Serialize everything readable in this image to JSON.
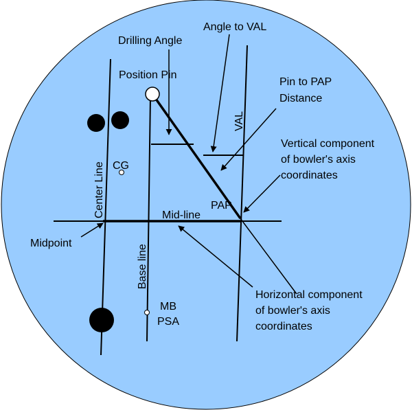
{
  "colors": {
    "ball_fill": "#99ccff",
    "ball_stroke": "#000000",
    "line": "#000000",
    "pin_fill": "#ffffff"
  },
  "labels": {
    "drilling_angle": "Drilling Angle",
    "angle_to_val": "Angle to VAL",
    "position_pin": "Position Pin",
    "pin_to_pap_line1": "Pin to PAP",
    "pin_to_pap_line2": "Distance",
    "val": "VAL",
    "vertical_line1": "Vertical component",
    "vertical_line2": "of bowler's axis",
    "vertical_line3": "coordinates",
    "center_line": "Center Line",
    "cg": "CG",
    "pap": "PAP",
    "mid_line": "Mid-line",
    "midpoint": "Midpoint",
    "base_line": "Base line",
    "horizontal_line1": "Horizontal component",
    "horizontal_line2": "of bowler's axis",
    "horizontal_line3": "coordinates",
    "mb": "MB",
    "psa": "PSA"
  }
}
